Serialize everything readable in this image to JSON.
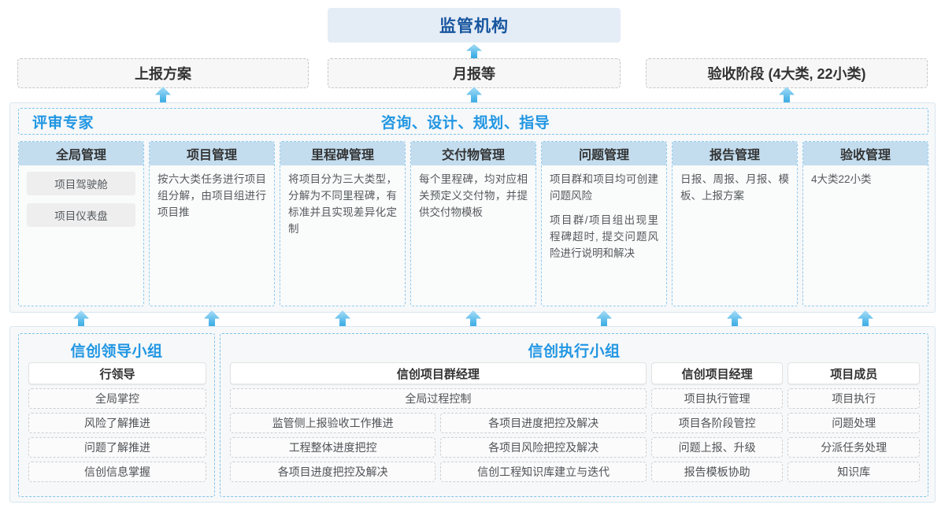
{
  "top": {
    "regulator": "监管机构",
    "report_boxes": [
      "上报方案",
      "月报等",
      "验收阶段 (4大类, 22小类)"
    ]
  },
  "middle": {
    "title_left": "评审专家",
    "title_center": "咨询、设计、规划、指导",
    "columns": [
      {
        "head": "全局管理",
        "pills": [
          "项目驾驶舱",
          "项目仪表盘"
        ],
        "paras": []
      },
      {
        "head": "项目管理",
        "pills": [],
        "paras": [
          "按六大类任务进行项目组分解，由项目组进行项目推"
        ]
      },
      {
        "head": "里程碑管理",
        "pills": [],
        "paras": [
          "将项目分为三大类型，分解为不同里程碑，有标准并且实现差异化定制"
        ]
      },
      {
        "head": "交付物管理",
        "pills": [],
        "paras": [
          "每个里程碑，均对应相关预定义交付物，并提供交付物模板"
        ]
      },
      {
        "head": "问题管理",
        "pills": [],
        "paras": [
          "项目群和项目均可创建问题风险",
          "项目群/项目组出现里程碑超时, 提交问题风险进行说明和解决"
        ]
      },
      {
        "head": "报告管理",
        "pills": [],
        "paras": [
          "日报、周报、月报、模板、上报方案"
        ]
      },
      {
        "head": "验收管理",
        "pills": [],
        "paras": [
          "4大类22小类"
        ]
      }
    ]
  },
  "bottom": {
    "leading_group": {
      "title": "信创领导小组",
      "role": "行领导",
      "items": [
        "全局掌控",
        "风险了解推进",
        "问题了解推进",
        "信创信息掌握"
      ]
    },
    "exec_group": {
      "title": "信创执行小组",
      "program_manager": {
        "role": "信创项目群经理",
        "full_width_item": "全局过程控制",
        "left_items": [
          "监管侧上报验收工作推进",
          "工程整体进度把控",
          "各项目进度把控及解决"
        ],
        "right_items": [
          "各项目进度把控及解决",
          "各项目风险把控及解决",
          "信创工程知识库建立与迭代"
        ]
      },
      "project_manager": {
        "role": "信创项目经理",
        "items": [
          "项目执行管理",
          "项目各阶段管控",
          "问题上报、升级",
          "报告模板协助"
        ]
      },
      "project_member": {
        "role": "项目成员",
        "items": [
          "项目执行",
          "问题处理",
          "分派任务处理",
          "知识库"
        ]
      }
    }
  },
  "colors": {
    "accent_blue": "#2196e3",
    "title_blue": "#17559e",
    "header_fill": "#c3dcee",
    "panel_bg": "#f7f8f9",
    "regulator_bg": "#e4ecf6"
  }
}
